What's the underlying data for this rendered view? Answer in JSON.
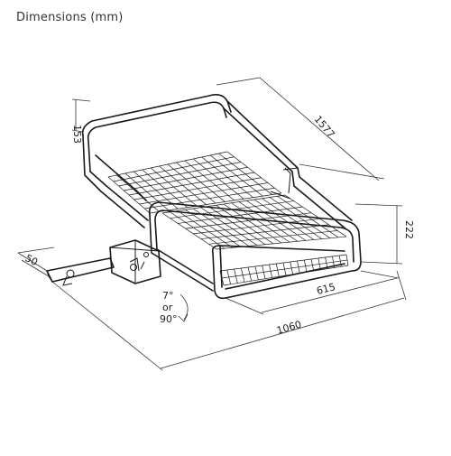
{
  "title": "Dimensions (mm)",
  "dimensions": {
    "side_height": "153",
    "length": "1577",
    "total_height": "222",
    "hitch_offset": "50",
    "width": "615",
    "total_length": "1060"
  },
  "tilt_note": {
    "line1": "7°",
    "line2": "or",
    "line3": "90°"
  }
}
